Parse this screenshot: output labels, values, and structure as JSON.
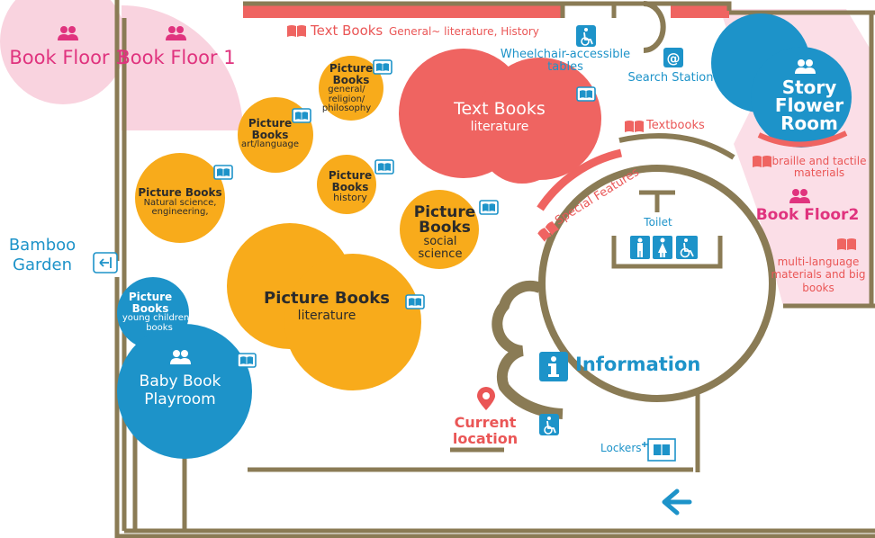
{
  "labels": {
    "book_floor_3": "Book Floor 3",
    "book_floor_1": "Book Floor 1",
    "text_books_top": "Text Books",
    "text_books_top_sub": "General~ literature, History",
    "wheelchair_tables": "Wheelchair-accessible tables",
    "search_station": "Search Station",
    "story_flower_room": "Story Flower Room",
    "pb_general_title": "Picture Books",
    "pb_general_sub": "general/ religion/ philosophy",
    "text_books_lit_title": "Text Books",
    "text_books_lit_sub": "literature",
    "pb_art_title": "Picture Books",
    "pb_art_sub": "art/language",
    "textbooks": "Textbooks",
    "braille": "braille and tactile materials",
    "pb_natural_title": "Picture Books",
    "pb_natural_sub": "Natural science, engineering,",
    "pb_history_title": "Picture Books",
    "pb_history_sub": "history",
    "pb_social_title": "Picture Books",
    "pb_social_sub": "social science",
    "special_features": "Special Features",
    "toilet": "Toilet",
    "book_floor_2": "Book Floor2",
    "multi_language": "multi-language materials and big books",
    "bamboo_garden": "Bamboo Garden",
    "pb_literature_title": "Picture Books",
    "pb_literature_sub": "literature",
    "pb_young_title": "Picture Books",
    "pb_young_sub": "young children's books",
    "baby_book_playroom": "Baby Book Playroom",
    "information": "Information",
    "current_location": "Current location",
    "lockers": "Lockers"
  },
  "icons": [
    "people-icon",
    "book-icon",
    "wheelchair-icon",
    "at-sign-icon",
    "toilet-male-icon",
    "toilet-female-icon",
    "info-icon",
    "location-pin-icon",
    "locker-icon",
    "exit-arrow-icon",
    "left-arrow-icon"
  ],
  "colors": {
    "wall": "#8a7b55",
    "picture_books": "#f8ab1b",
    "text_books": "#ef6461",
    "kids_zone": "#1d93c9",
    "floor_link_pink": "#f9d3df",
    "label_blue": "#1d93c9",
    "label_red": "#ea5656",
    "label_pink": "#e0337e"
  }
}
